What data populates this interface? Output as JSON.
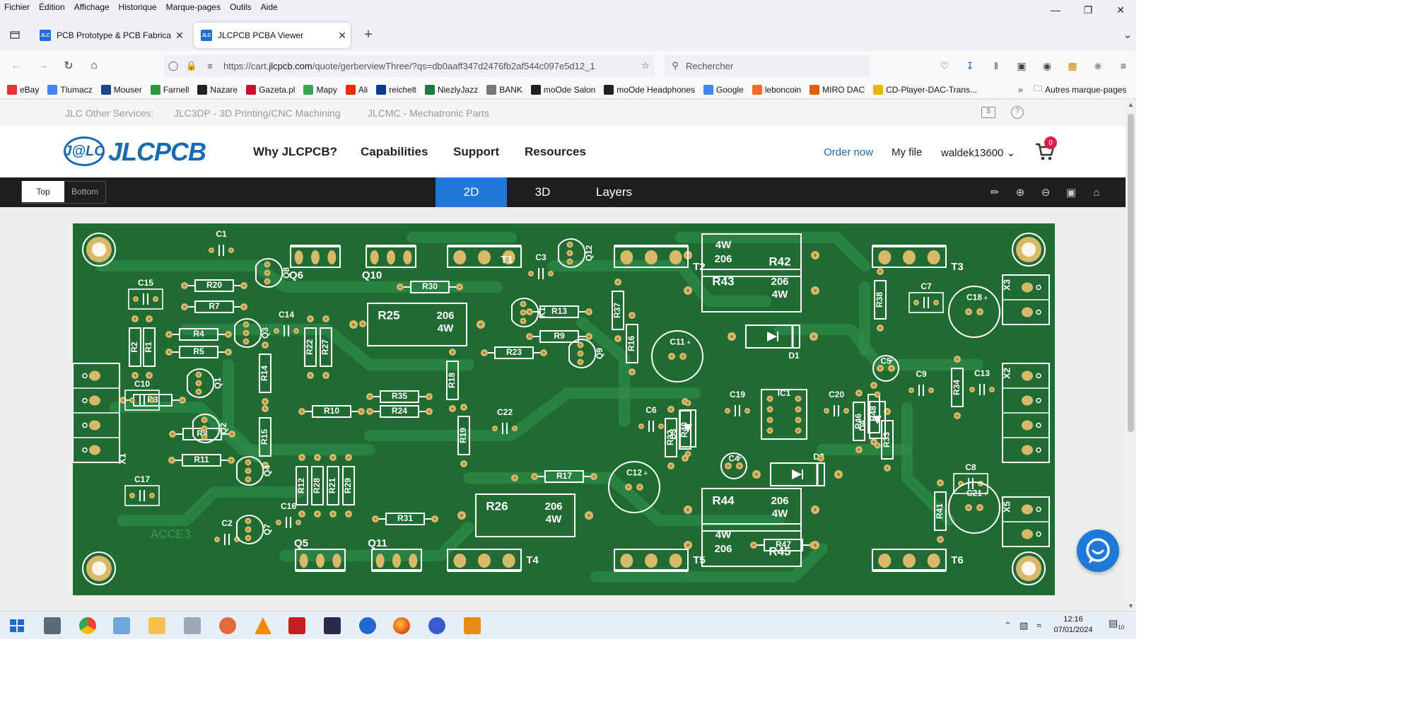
{
  "menu": [
    "Fichier",
    "Édition",
    "Affichage",
    "Historique",
    "Marque-pages",
    "Outils",
    "Aide"
  ],
  "tabs": [
    {
      "label": "PCB Prototype & PCB Fabricatio",
      "active": false,
      "favicon": "JLC"
    },
    {
      "label": "JLCPCB PCBA Viewer",
      "active": true,
      "favicon": "JLC"
    }
  ],
  "nav": {
    "url_prefix": "https://cart.",
    "url_domain": "jlcpcb.com",
    "url_rest": "/quote/gerberviewThree/?qs=db0aaff347d2476fb2af544c097e5d12_1",
    "search_placeholder": "Rechercher"
  },
  "bookmarks": [
    {
      "label": "eBay",
      "color": "#e53238"
    },
    {
      "label": "Tlumacz",
      "color": "#4285f4"
    },
    {
      "label": "Mouser",
      "color": "#1a4a8a"
    },
    {
      "label": "Farnell",
      "color": "#2a9a3a"
    },
    {
      "label": "Nazare",
      "color": "#222222"
    },
    {
      "label": "Gazeta.pl",
      "color": "#c41230"
    },
    {
      "label": "Mapy",
      "color": "#34a853"
    },
    {
      "label": "Ali",
      "color": "#e62e04"
    },
    {
      "label": "reichelt",
      "color": "#0a3a8a"
    },
    {
      "label": "NiezlyJazz",
      "color": "#1a7a3a"
    },
    {
      "label": "BANK",
      "color": "#777777"
    },
    {
      "label": "moOde Salon",
      "color": "#222222"
    },
    {
      "label": "moOde Headphones",
      "color": "#222222"
    },
    {
      "label": "Google",
      "color": "#4285f4"
    },
    {
      "label": "leboncoin",
      "color": "#f56b2a"
    },
    {
      "label": "MIRO DAC",
      "color": "#e65c00"
    },
    {
      "label": "CD-Player-DAC-Trans...",
      "color": "#e6b800"
    }
  ],
  "bookmarks_more": "Autres marque-pages",
  "services": {
    "label": "JLC Other Services:",
    "items": [
      "JLC3DP - 3D Printing/CNC Machining",
      "JLCMC - Mechatronic Parts"
    ]
  },
  "header": {
    "logo_badge": "J@LC",
    "logo_text": "JLCPCB",
    "nav": [
      "Why JLCPCB?",
      "Capabilities",
      "Support",
      "Resources"
    ],
    "order_now": "Order now",
    "my_file": "My file",
    "username": "waldek13600",
    "cart_count": "0"
  },
  "viewer": {
    "sides": [
      "Top",
      "Bottom"
    ],
    "active_side": "Top",
    "modes": [
      "2D",
      "3D",
      "Layers"
    ],
    "active_mode": "2D",
    "tools": [
      "ruler-icon",
      "zoom-in-icon",
      "zoom-out-icon",
      "fit-screen-icon",
      "home-icon"
    ]
  },
  "pcb": {
    "board_color": "#1f6b32",
    "silk_color": "#ffffff",
    "pad_color": "#d8b86a",
    "board_text": "ACCE3",
    "resistors_h": [
      {
        "ref": "R20"
      },
      {
        "ref": "R7"
      },
      {
        "ref": "R4"
      },
      {
        "ref": "R5"
      },
      {
        "ref": "R3"
      },
      {
        "ref": "R8"
      },
      {
        "ref": "R11"
      },
      {
        "ref": "R30"
      },
      {
        "ref": "R13"
      },
      {
        "ref": "R9"
      },
      {
        "ref": "R23"
      },
      {
        "ref": "R10"
      },
      {
        "ref": "R35"
      },
      {
        "ref": "R24"
      },
      {
        "ref": "R17"
      },
      {
        "ref": "R31"
      },
      {
        "ref": "R47"
      }
    ],
    "resistors_v": [
      {
        "ref": "R2"
      },
      {
        "ref": "R1"
      },
      {
        "ref": "R22"
      },
      {
        "ref": "R27"
      },
      {
        "ref": "R14"
      },
      {
        "ref": "R15"
      },
      {
        "ref": "R12"
      },
      {
        "ref": "R28"
      },
      {
        "ref": "R21"
      },
      {
        "ref": "R29"
      },
      {
        "ref": "R18"
      },
      {
        "ref": "R19"
      },
      {
        "ref": "R37"
      },
      {
        "ref": "R16"
      },
      {
        "ref": "R32"
      },
      {
        "ref": "R40"
      },
      {
        "ref": "R46"
      },
      {
        "ref": "R48"
      },
      {
        "ref": "R38"
      },
      {
        "ref": "R34"
      },
      {
        "ref": "R33"
      },
      {
        "ref": "R41"
      }
    ],
    "power_resistors": [
      {
        "ref": "R25",
        "line1": "206",
        "line2": "4W"
      },
      {
        "ref": "R26",
        "line1": "206",
        "line2": "4W"
      },
      {
        "ref": "R42",
        "line1": "4W",
        "line2": "206"
      },
      {
        "ref": "R43",
        "line1": "206",
        "line2": "4W"
      },
      {
        "ref": "R44",
        "line1": "206",
        "line2": "4W"
      },
      {
        "ref": "R45",
        "line1": "4W",
        "line2": "206"
      }
    ],
    "caps_small": [
      {
        "ref": "C1"
      },
      {
        "ref": "C15"
      },
      {
        "ref": "C10"
      },
      {
        "ref": "C17"
      },
      {
        "ref": "C14"
      },
      {
        "ref": "C16"
      },
      {
        "ref": "C2"
      },
      {
        "ref": "C3"
      },
      {
        "ref": "C6"
      },
      {
        "ref": "C7"
      },
      {
        "ref": "C9"
      },
      {
        "ref": "C8"
      },
      {
        "ref": "C19"
      },
      {
        "ref": "C20"
      },
      {
        "ref": "C22"
      },
      {
        "ref": "C13"
      }
    ],
    "caps_electrolytic": [
      {
        "ref": "C11"
      },
      {
        "ref": "C12"
      },
      {
        "ref": "C18"
      },
      {
        "ref": "C21"
      },
      {
        "ref": "C5"
      },
      {
        "ref": "C4"
      }
    ],
    "transistors_small": [
      {
        "ref": "Q8"
      },
      {
        "ref": "Q3"
      },
      {
        "ref": "Q1"
      },
      {
        "ref": "Q2"
      },
      {
        "ref": "Q4"
      },
      {
        "ref": "Q7"
      },
      {
        "ref": "Q9"
      },
      {
        "ref": "Q12"
      },
      {
        "ref": "K1"
      }
    ],
    "transistors_to": [
      {
        "ref": "Q6"
      },
      {
        "ref": "Q10"
      },
      {
        "ref": "Q5"
      },
      {
        "ref": "Q11"
      },
      {
        "ref": "T1"
      },
      {
        "ref": "T2"
      },
      {
        "ref": "T3"
      },
      {
        "ref": "T4"
      },
      {
        "ref": "T5"
      },
      {
        "ref": "T6"
      }
    ],
    "connectors": [
      {
        "ref": "X1"
      },
      {
        "ref": "X2"
      },
      {
        "ref": "X3"
      },
      {
        "ref": "X5"
      }
    ],
    "diodes": [
      {
        "ref": "D1"
      },
      {
        "ref": "D2"
      },
      {
        "ref": "D3"
      },
      {
        "ref": "D4"
      }
    ],
    "ic": {
      "ref": "IC1"
    }
  },
  "taskbar": {
    "apps": [
      "start-icon",
      "calculator-icon",
      "chrome-icon",
      "app-icon",
      "explorer-icon",
      "tools-icon",
      "media-icon",
      "vlc-icon",
      "acrobat-icon",
      "kicad-icon",
      "network-icon",
      "firefox-icon",
      "audio-icon",
      "editor-icon"
    ],
    "time": "12:16",
    "date": "07/01/2024",
    "notifications": "10"
  }
}
